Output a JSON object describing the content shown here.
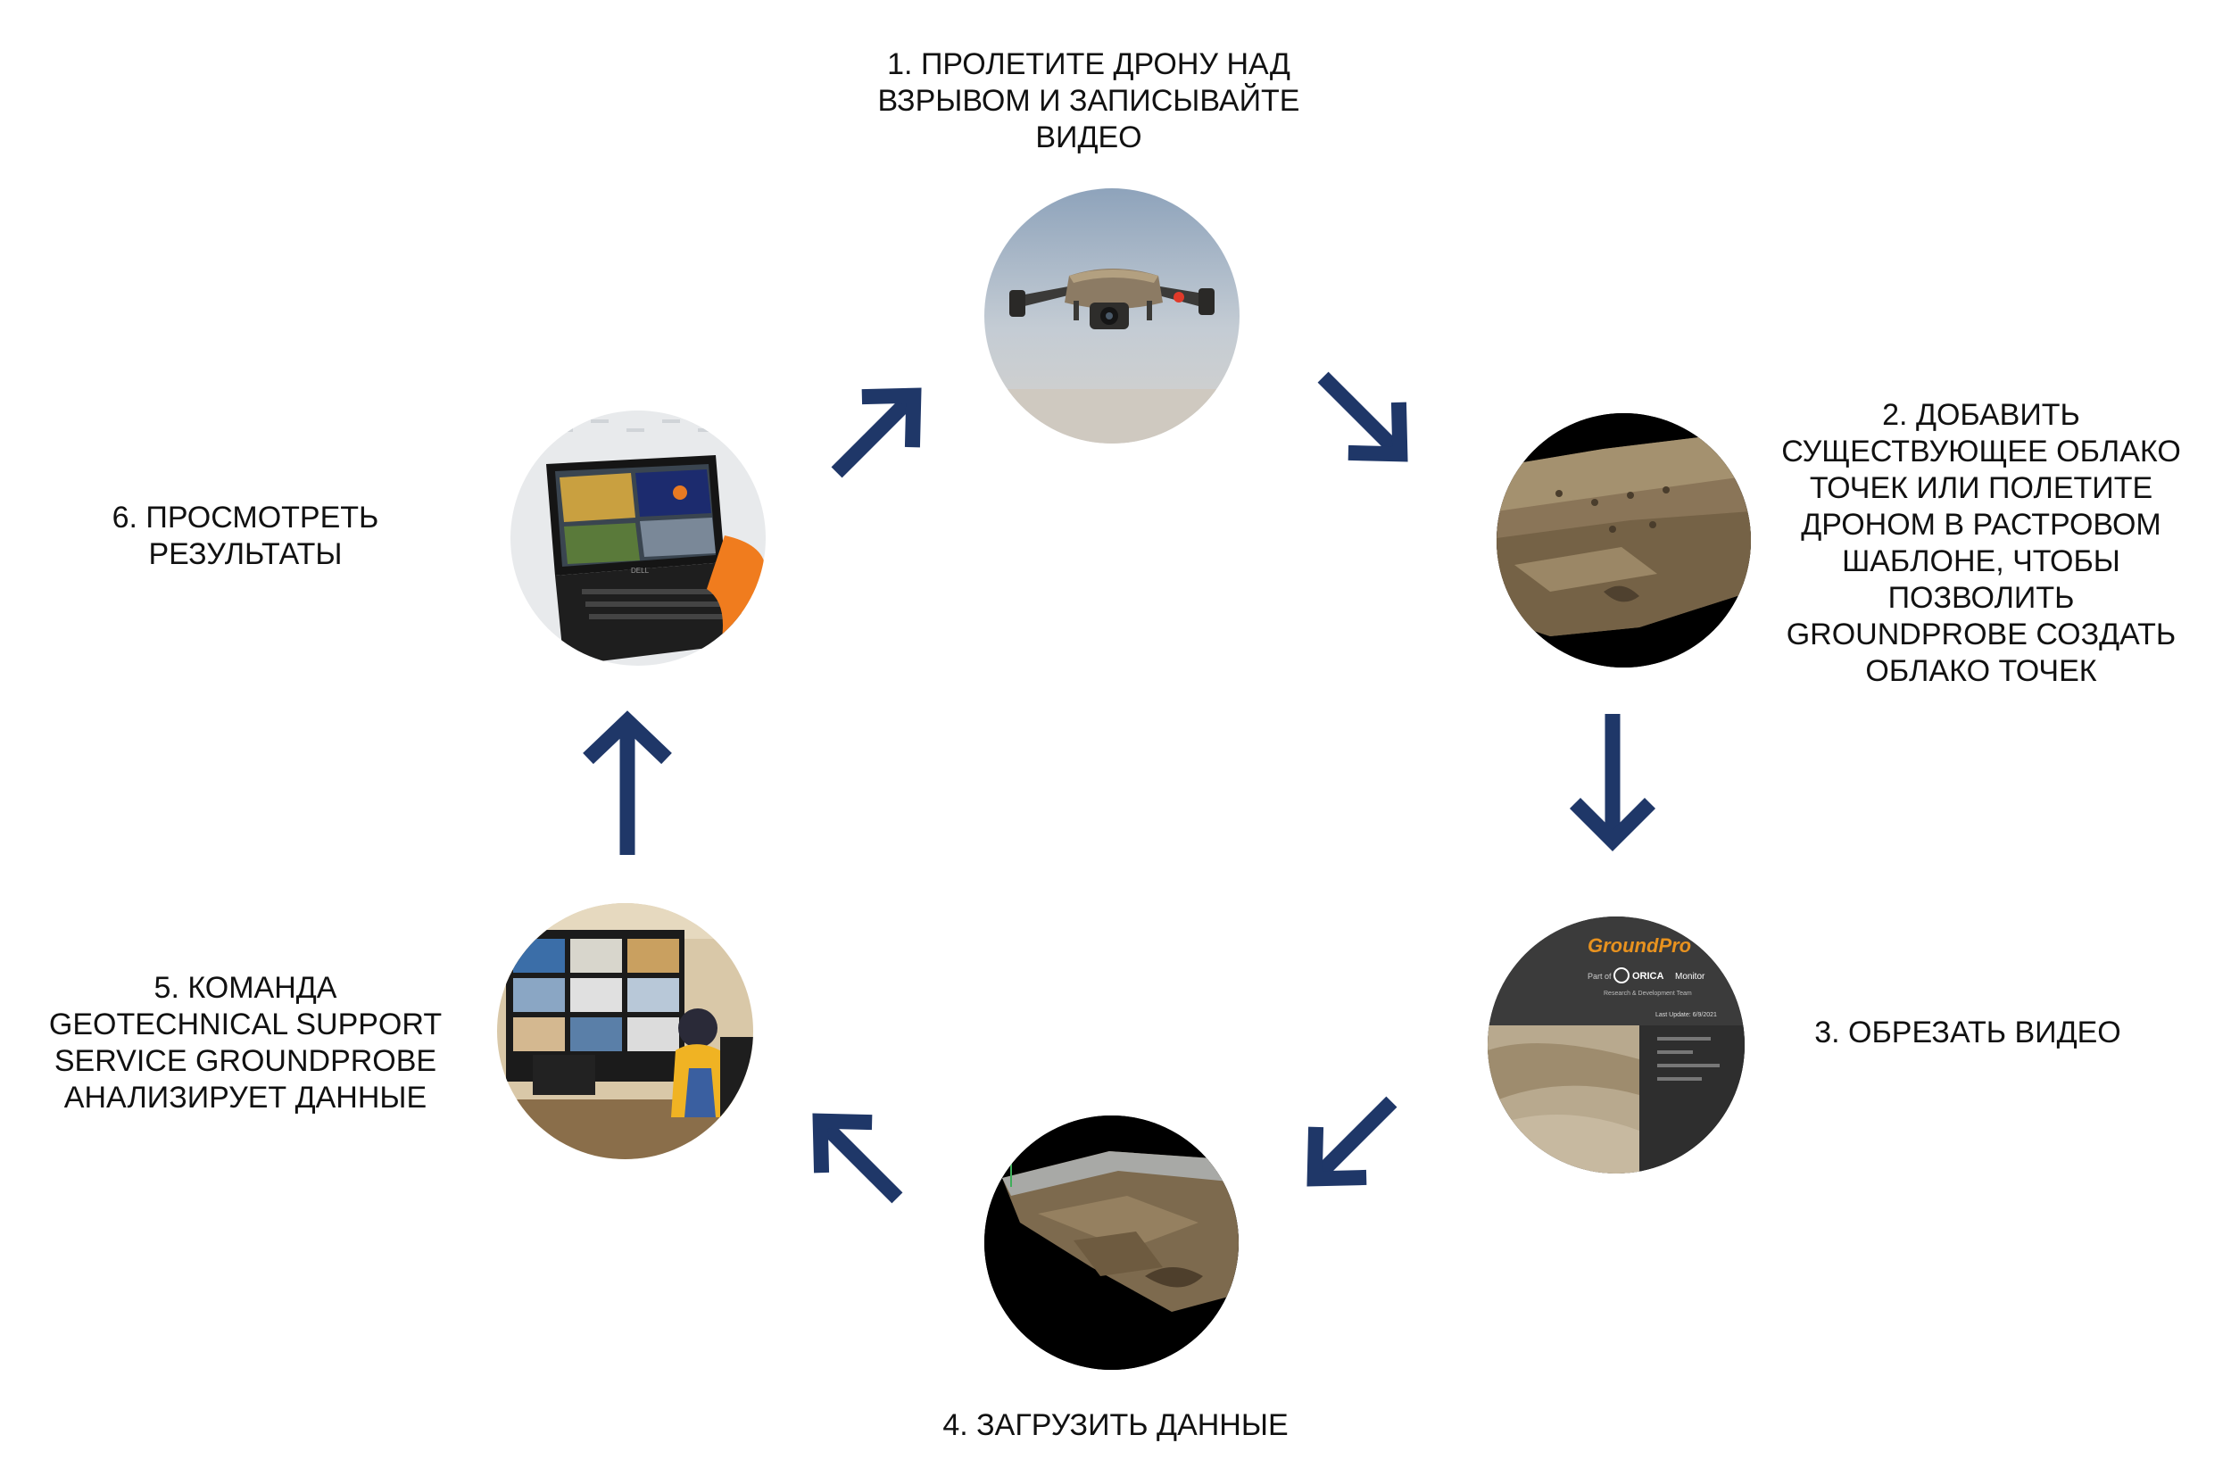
{
  "accent_color": "#1f3768",
  "steps": [
    {
      "number": "1",
      "text": "1. ПРОЛЕТИТЕ ДРОНУ НАД\nВЗРЫВОМ И ЗАПИСЫВАЙТЕ\nВИДЕО",
      "image": "drone-photo"
    },
    {
      "number": "2",
      "text": "2. ДОБАВИТЬ\nСУЩЕСТВУЮЩЕЕ ОБЛАКО\nТОЧЕК ИЛИ ПОЛЕТИТЕ\nДРОНОМ В РАСТРОВОМ\nШАБЛОНЕ, ЧТОБЫ\nПОЗВОЛИТЬ\nGROUNDPROBE СОЗДАТЬ\nОБЛАКО ТОЧЕК",
      "image": "point-cloud-photo"
    },
    {
      "number": "3",
      "text": "3. ОБРЕЗАТЬ ВИДЕО",
      "image": "software-screenshot"
    },
    {
      "number": "4",
      "text": "4. ЗАГРУЗИТЬ ДАННЫЕ",
      "image": "terrain-model"
    },
    {
      "number": "5",
      "text": "5. КОМАНДА\nGEOTECHNICAL SUPPORT\nSERVICE GROUNDPROBE\nАНАЛИЗИРУЕТ ДАННЫЕ",
      "image": "control-room-photo"
    },
    {
      "number": "6",
      "text": "6. ПРОСМОТРЕТЬ\nРЕЗУЛЬТАТЫ",
      "image": "laptop-photo"
    }
  ],
  "screen_text": {
    "logo_ground": "Ground",
    "logo_probe": "Pro",
    "part_of": "Part of",
    "orica": "ORICA",
    "monitor": "Monitor",
    "team": "Research & Development Team",
    "last_update": "Last Update: 6/9/2021"
  },
  "laptop_brand": "DELL",
  "arrows": [
    {
      "from": "6",
      "to": "1",
      "direction": "up-right"
    },
    {
      "from": "1",
      "to": "2",
      "direction": "down-right"
    },
    {
      "from": "2",
      "to": "3",
      "direction": "down"
    },
    {
      "from": "3",
      "to": "4",
      "direction": "down-left"
    },
    {
      "from": "4",
      "to": "5",
      "direction": "up-left"
    },
    {
      "from": "5",
      "to": "6",
      "direction": "up"
    }
  ]
}
